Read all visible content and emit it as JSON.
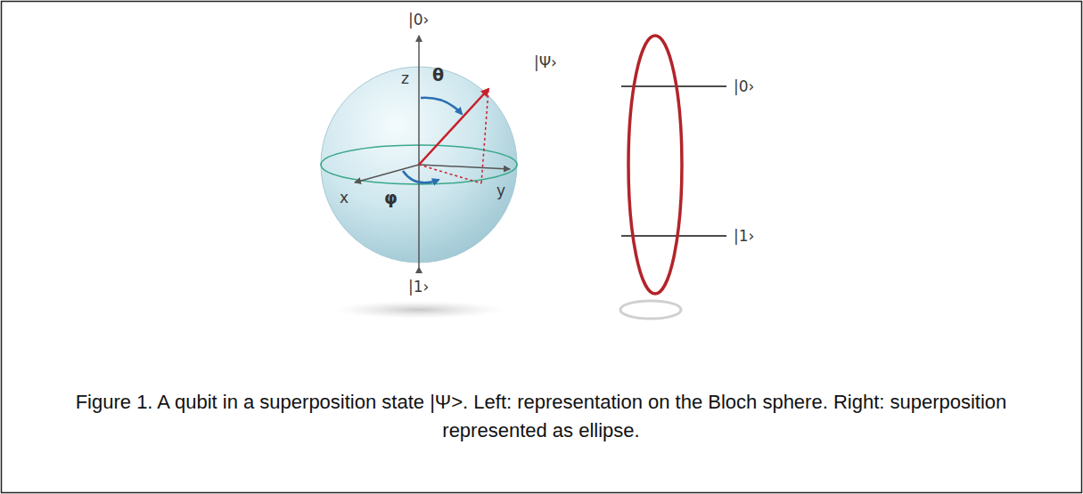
{
  "diagram": {
    "caption": "Figure 1. A qubit in a superposition state |Ψ>. Left: representation on the Bloch sphere. Right: superposition represented as ellipse.",
    "labels": [
      "|0›",
      "z",
      "θ",
      "|Ψ›",
      "x",
      "φ",
      "y",
      "|1›",
      "|0›",
      "|1›"
    ]
  }
}
